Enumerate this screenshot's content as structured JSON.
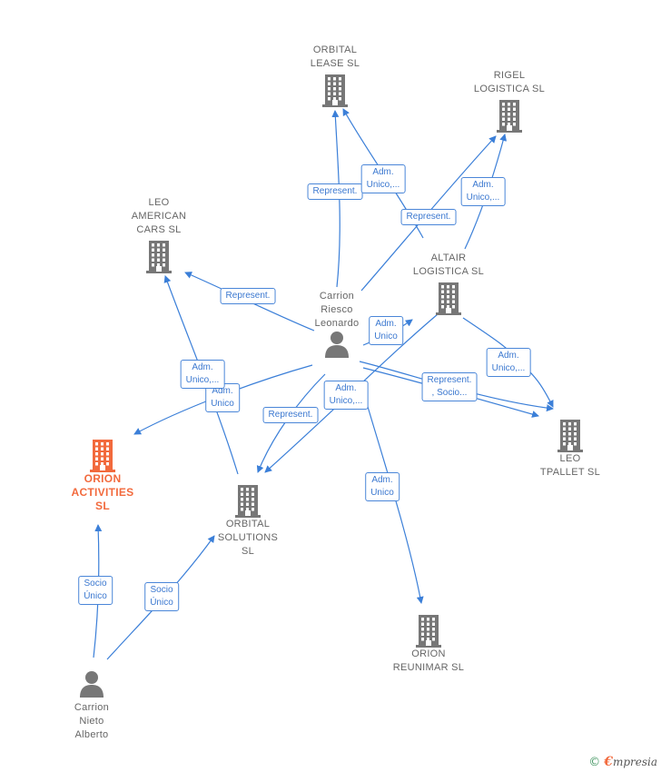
{
  "colors": {
    "edge": "#3b7fd8",
    "building": "#777777",
    "highlight": "#f26a3d",
    "person": "#777777"
  },
  "nodes": [
    {
      "id": "orbital-lease",
      "type": "company",
      "label": "ORBITAL\nLEASE  SL"
    },
    {
      "id": "rigel",
      "type": "company",
      "label": "RIGEL\nLOGISTICA SL"
    },
    {
      "id": "leo-american",
      "type": "company",
      "label": "LEO\nAMERICAN\nCARS  SL"
    },
    {
      "id": "altair",
      "type": "company",
      "label": "ALTAIR\nLOGISTICA SL"
    },
    {
      "id": "carrion-leonardo",
      "type": "person",
      "label": "Carrion\nRiesco\nLeonardo"
    },
    {
      "id": "orion-activities",
      "type": "company",
      "label": "ORION\nACTIVITIES\nSL",
      "highlight": true
    },
    {
      "id": "orbital-solutions",
      "type": "company",
      "label": "ORBITAL\nSOLUTIONS\nSL"
    },
    {
      "id": "leo-tpallet",
      "type": "company",
      "label": "LEO\nTPALLET  SL"
    },
    {
      "id": "orion-reunimar",
      "type": "company",
      "label": "ORION\nREUNIMAR SL"
    },
    {
      "id": "carrion-alberto",
      "type": "person",
      "label": "Carrion\nNieto\nAlberto"
    }
  ],
  "edge_labels": [
    {
      "id": "e1",
      "text": "Represent."
    },
    {
      "id": "e2",
      "text": "Adm.\nUnico,..."
    },
    {
      "id": "e3",
      "text": "Represent."
    },
    {
      "id": "e4",
      "text": "Adm.\nUnico,..."
    },
    {
      "id": "e5",
      "text": "Represent."
    },
    {
      "id": "e6",
      "text": "Adm.\nUnico"
    },
    {
      "id": "e7",
      "text": "Adm.\nUnico,..."
    },
    {
      "id": "e8",
      "text": "Adm.\nUnico"
    },
    {
      "id": "e9",
      "text": "Represent.\n, Socio..."
    },
    {
      "id": "e10",
      "text": "Adm.\nUnico,..."
    },
    {
      "id": "e11",
      "text": "Represent."
    },
    {
      "id": "e12",
      "text": "Adm.\nUnico,..."
    },
    {
      "id": "e13",
      "text": "Adm.\nUnico"
    },
    {
      "id": "e14",
      "text": "Socio\nÚnico"
    },
    {
      "id": "e15",
      "text": "Socio\nÚnico"
    }
  ],
  "footer": {
    "copyright": "©",
    "brand_initial": "€",
    "brand_rest": "mpresia"
  }
}
